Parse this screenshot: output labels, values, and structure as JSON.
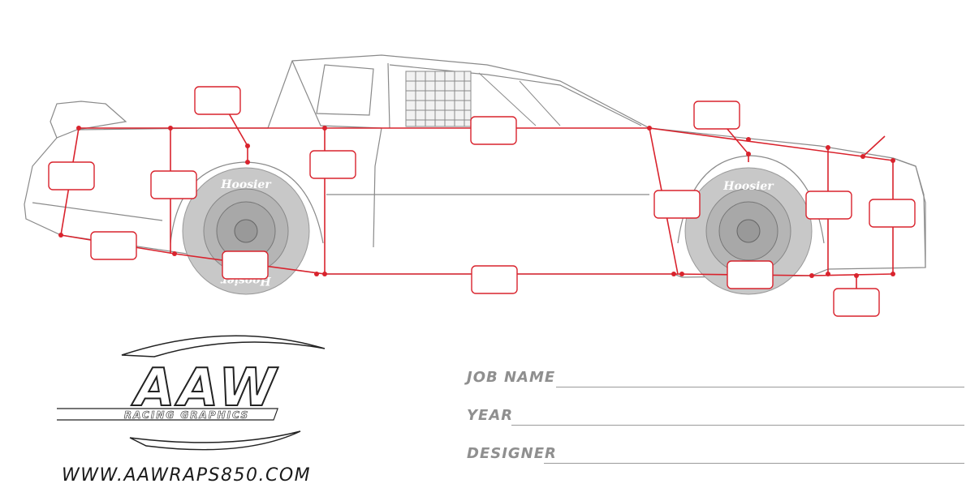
{
  "colors": {
    "measure": "#d9232d",
    "outline": "#8a8a8a",
    "tire": "#c8c8c8",
    "text_gray": "#8f8f8f"
  },
  "tire_brand": "Hoosier",
  "logo": {
    "mark": "AAW",
    "subtitle": "RACING GRAPHICS"
  },
  "url": "WWW.AAWRAPS850.COM",
  "form_fields": [
    {
      "label": "JOB NAME"
    },
    {
      "label": "YEAR"
    },
    {
      "label": "DESIGNER"
    }
  ]
}
